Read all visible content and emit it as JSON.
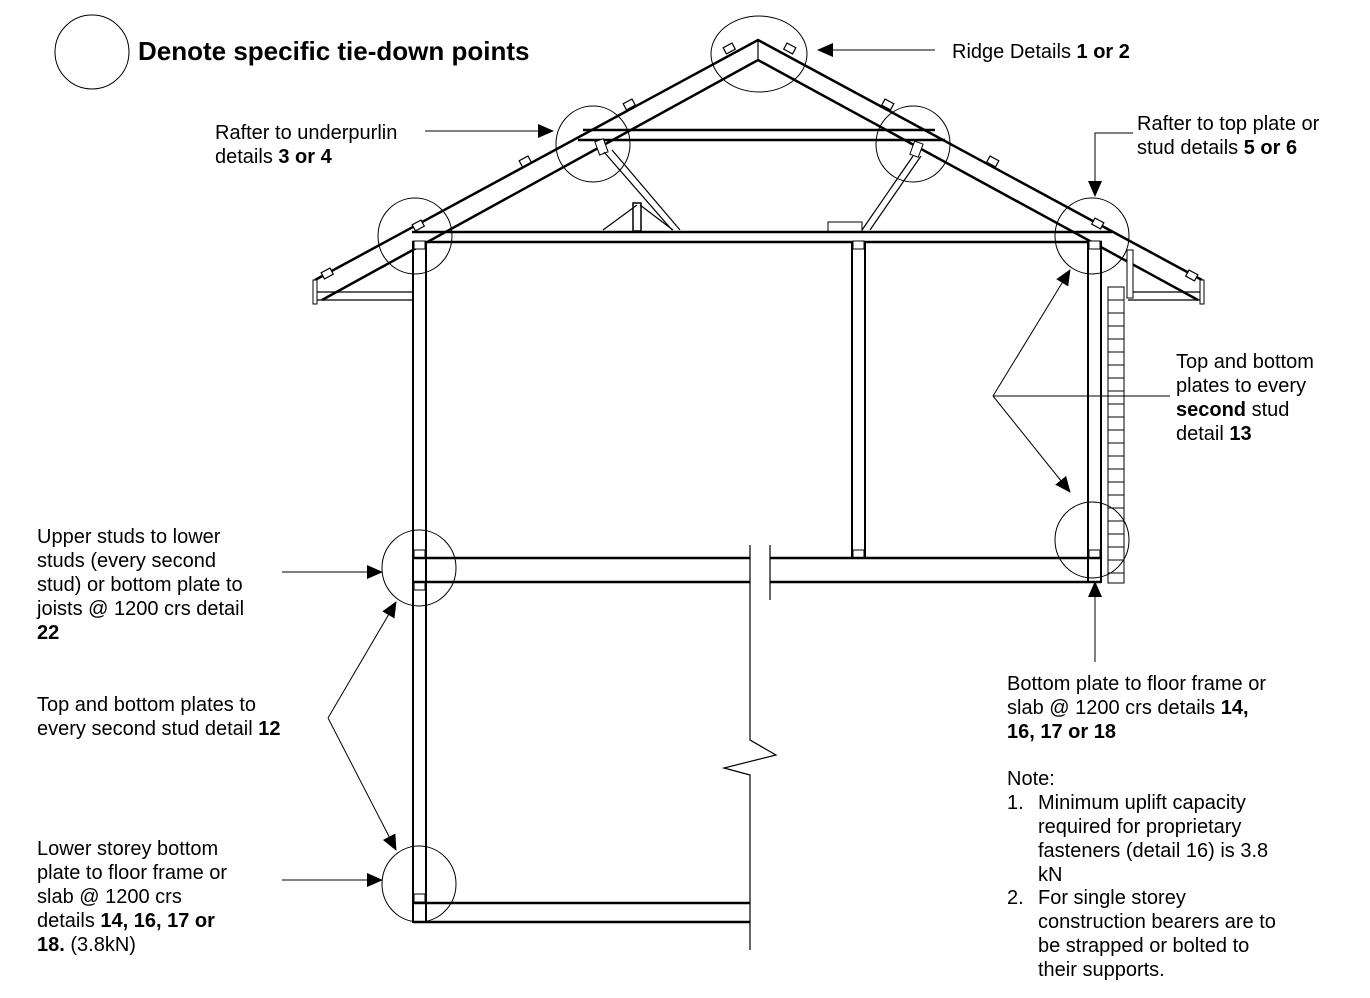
{
  "legend": {
    "title": "Denote specific tie-down points"
  },
  "labels": {
    "ridge": {
      "text": "Ridge Details ",
      "bold": "1 or 2"
    },
    "underpurlin": {
      "line1": "Rafter to underpurlin",
      "line2": "details ",
      "bold": "3 or 4"
    },
    "top_plate": {
      "line1": "Rafter to top plate or",
      "line2": "stud details ",
      "bold": "5 or 6"
    },
    "plates_13": {
      "line1": "Top and bottom",
      "line2": "plates to every",
      "line3_bold": "second",
      "line3": " stud",
      "line4": "detail ",
      "bold": "13"
    },
    "upper_studs": {
      "line1": "Upper studs to lower",
      "line2": "studs (every second",
      "line3": "stud) or bottom plate to",
      "line4": "joists @ 1200 crs detail",
      "bold": "22"
    },
    "plates_12": {
      "line1": "Top and bottom plates to",
      "line2": "every second stud detail ",
      "bold": "12"
    },
    "lower_storey": {
      "line1": "Lower storey bottom",
      "line2": "plate to floor frame or",
      "line3": "slab @ 1200 crs",
      "line4": "details ",
      "bold4": "14, 16, 17 or",
      "bold5": "18.",
      "line5": " (3.8kN)"
    },
    "bottom_plate": {
      "line1": "Bottom plate to floor frame or",
      "line2": "slab @ 1200 crs details ",
      "bold2": "14,",
      "bold3": "16, 17 or 18"
    }
  },
  "note": {
    "heading": "Note:",
    "items": [
      {
        "num": "1.",
        "lines": [
          "Minimum uplift capacity",
          "required for proprietary",
          "fasteners (detail 16) is 3.8",
          "kN"
        ]
      },
      {
        "num": "2.",
        "lines": [
          "For single storey",
          "construction bearers are to",
          "be strapped or bolted to",
          "their supports."
        ]
      }
    ]
  }
}
